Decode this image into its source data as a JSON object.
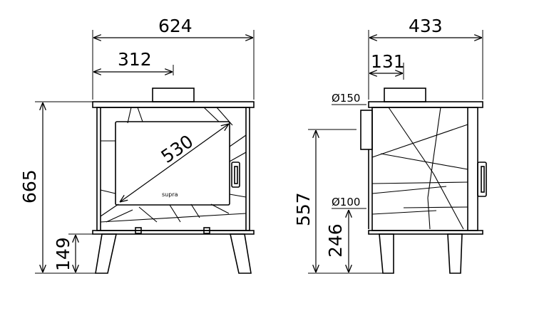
{
  "front_view": {
    "width_label": "624",
    "half_width_label": "312",
    "height_label": "665",
    "base_height_label": "149",
    "door_diagonal_label": "530",
    "brand_label": "supra"
  },
  "side_view": {
    "depth_label": "433",
    "flue_offset_label": "131",
    "flue_diameter_label": "Ø150",
    "outlet_height_label": "557",
    "air_inlet_diameter_label": "Ø100",
    "air_inlet_height_label": "246"
  }
}
